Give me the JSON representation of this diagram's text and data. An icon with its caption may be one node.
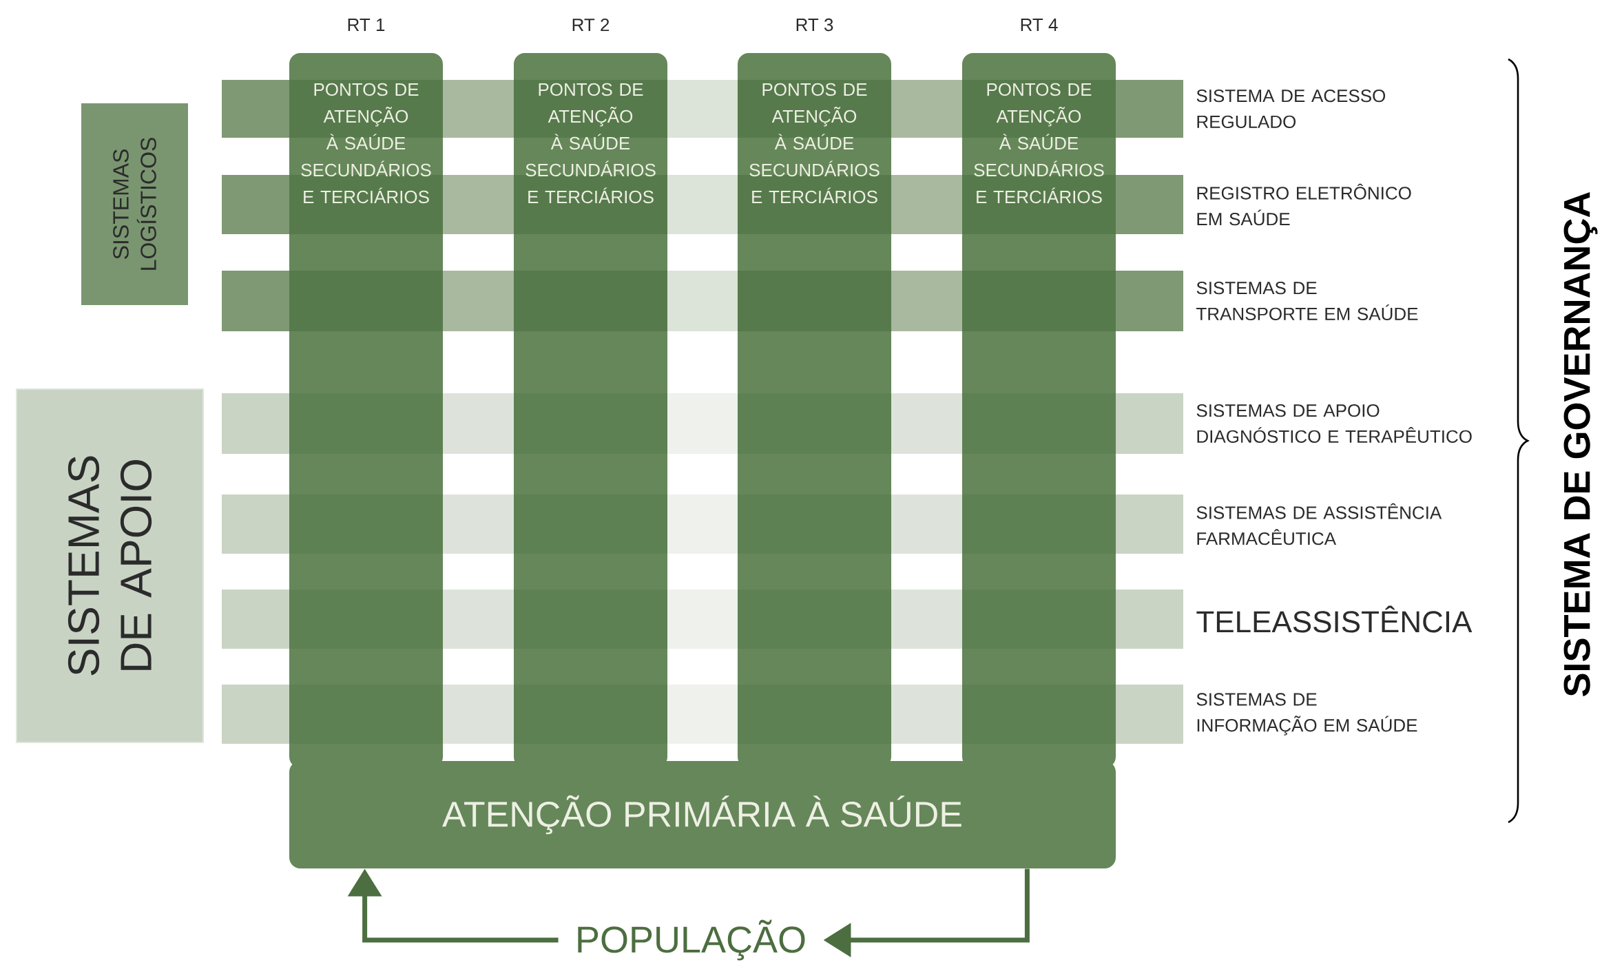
{
  "diagram": {
    "nodes": [
      {
        "text": [
          "ATENÇÃO PRIMÁRIA À SAÚDE"
        ]
      },
      {
        "text": [
          "PONTOS DE ATENÇÃO À SAÚDE SECUNDÁRIOS E TERCIÁRIOS"
        ],
        "beside": [
          "RT 1"
        ]
      },
      {
        "text": [
          "PONTOS DE ATENÇÃO À SAÚDE SECUNDÁRIOS E TERCIÁRIOS"
        ],
        "beside": [
          "RT 2"
        ]
      },
      {
        "text": [
          "PONTOS DE ATENÇÃO À SAÚDE SECUNDÁRIOS E TERCIÁRIOS"
        ],
        "beside": [
          "RT 3"
        ]
      },
      {
        "text": [
          "PONTOS DE ATENÇÃO À SAÚDE SECUNDÁRIOS E TERCIÁRIOS"
        ],
        "beside": [
          "RT 4"
        ]
      },
      {
        "text": [
          "SISTEMAS LOGÍSTICOS"
        ]
      },
      {
        "text": [
          "SISTEMAS DE APOIO"
        ]
      },
      {
        "text": [
          "SISTEMA DE ACESSO REGULADO"
        ]
      },
      {
        "text": [
          "REGISTRO ELETRÔNICO EM SAÚDE"
        ]
      },
      {
        "text": [
          "SISTEMAS DE TRANSPORTE EM SAÚDE"
        ]
      },
      {
        "text": [
          "SISTEMAS DE APOIO DIAGNÓSTICO E TERAPÊUTICO"
        ]
      },
      {
        "text": [
          "SISTEMAS DE ASSISTÊNCIA FARMACÊUTICA"
        ]
      },
      {
        "text": [
          "TELEASSISTÊNCIA"
        ]
      },
      {
        "text": [
          "SISTEMAS DE INFORMAÇÃO EM SAÚDE"
        ]
      },
      {
        "text": [
          "POPULAÇÃO"
        ]
      }
    ],
    "edges": [
      {
        "from": 14,
        "to": 0,
        "arrow": "to"
      },
      {
        "from": 0,
        "to": 14,
        "arrow": "to"
      }
    ],
    "labels": [
      "SISTEMA DE GOVERNANÇA"
    ]
  }
}
